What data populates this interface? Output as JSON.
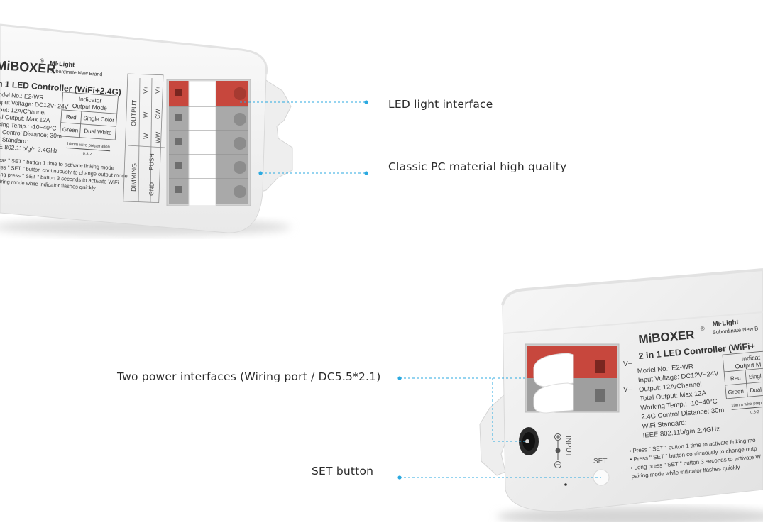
{
  "callouts": {
    "led_interface": "LED light interface",
    "pc_material": "Classic PC material high quality",
    "power_interfaces": "Two power interfaces (Wiring port / DC5.5*2.1)",
    "set_button": "SET button"
  },
  "top_device": {
    "brand": "MiBOXER",
    "reg": "®",
    "sub_brand_1": "Mi·Light",
    "sub_brand_2": "Subordinate New Brand",
    "title": "n 1 LED Controller (WiFi+2.4G)",
    "specs": [
      "odel No.: E2-WR",
      "nput Voltage: DC12V~24V",
      "tput: 12A/Channel",
      "tal Output: Max 12A",
      "rking Temp.: -10~40°C",
      "G Control Distance: 30m",
      "Fi Standard:",
      "EE 802.11b/g/n 2.4GHz"
    ],
    "notes": [
      "ess \" SET \" button 1 time to activate linking mode",
      "ess \" SET \" button continuously to change output mode",
      "ong press \" SET \" button 3 seconds to activate WiFi",
      "airing mode while indicator flashes quickly"
    ],
    "indicator_title_1": "Indicator",
    "indicator_title_2": "Output Mode",
    "indicator_rows": [
      {
        "color": "Red",
        "mode": "Single Color"
      },
      {
        "color": "Green",
        "mode": "Dual White"
      }
    ],
    "wire_prep": "10mm wire preparation",
    "wire_gauge": "0.3-2",
    "output_label": "OUTPUT",
    "dimming_label": "DIMMING",
    "terminals": [
      "V+",
      "V+",
      "W",
      "CW",
      "W",
      "WW",
      "PUSH",
      "GND"
    ]
  },
  "bottom_device": {
    "brand": "MiBOXER",
    "reg": "®",
    "sub_brand_1": "Mi·Light",
    "sub_brand_2": "Subordinate New B",
    "title": "2 in 1 LED Controller (WiFi+",
    "specs": [
      "Model No.: E2-WR",
      "Input Voltage: DC12V~24V",
      "Output: 12A/Channel",
      "Total Output: Max 12A",
      "Working Temp.: -10~40°C",
      "2.4G Control Distance: 30m",
      "WiFi Standard:",
      "IEEE 802.11b/g/n 2.4GHz"
    ],
    "notes": [
      "• Press \" SET \" button 1 time to activate linking mo",
      "• Press \" SET \" button continuously to change outp",
      "• Long press \" SET \" button 3 seconds to activate W",
      "pairing mode while indicator flashes quickly"
    ],
    "indicator_title_1": "Indicat",
    "indicator_title_2": "Output M",
    "indicator_rows": [
      {
        "color": "Red",
        "mode": "Singl"
      },
      {
        "color": "Green",
        "mode": "Dual"
      }
    ],
    "wire_prep": "10mm wire prep",
    "wire_gauge": "0.3-2",
    "vplus": "V+",
    "vminus": "V−",
    "input_label": "INPUT",
    "set_label": "SET"
  },
  "colors": {
    "leader": "#2ba9e0",
    "housing": "#f4f4f4",
    "terminal_red": "#c7473d",
    "terminal_gray": "#9a9a9a"
  }
}
